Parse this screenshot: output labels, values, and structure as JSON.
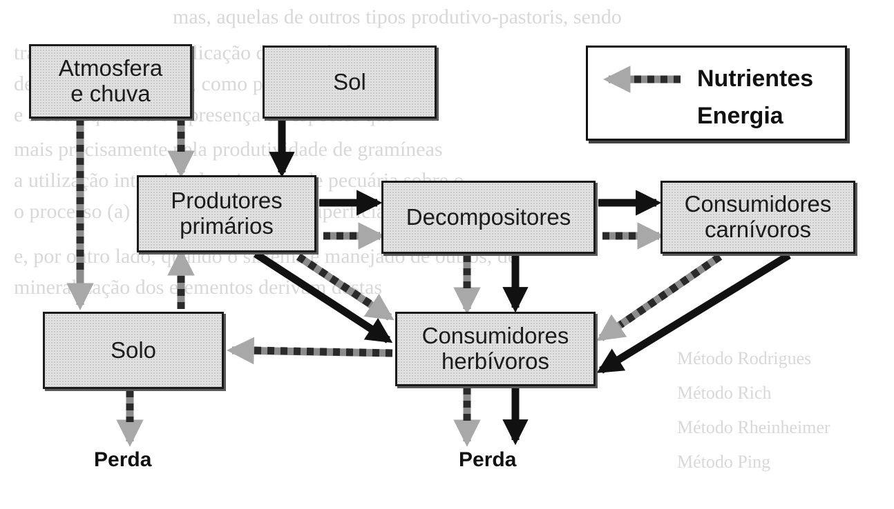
{
  "boxes": {
    "atmosfera": "Atmosfera\ne chuva",
    "sol": "Sol",
    "produtores": "Produtores\nprimários",
    "decompositores": "Decompositores",
    "carnivoros": "Consumidores\ncarnívoros",
    "solo": "Solo",
    "herbivoros": "Consumidores\nherbívoros"
  },
  "legend": {
    "nutrients_label": "Nutrientes",
    "energy_label": "Energia"
  },
  "losses": {
    "left": "Perda",
    "center": "Perda"
  },
  "colors": {
    "nutrient_dark": "#2a2a2a",
    "nutrient_light": "#8c8c8c",
    "energy": "#111111",
    "box_fill": "#e2e2e2"
  },
  "background_text": [
    "mas, aquelas de outros tipos produtivo-pastoris, sendo",
    "tradicionalmente a aplicação de variedades e outras",
    "de diferentes culturas, como plantas manejadas",
    "e a consequência é a presença de espécies que",
    "mais precisamente pela produtividade de gramíneas",
    "a utilização intensiva dos sistemas de pecuária sobre o",
    "o processo (a) para as camadas subsuperficiais",
    "e, por outro lado, quando o sistema é manejado de outros, de",
    "mineralização dos elementos derivam destas",
    "Método Rodrigues",
    "Método Rich",
    "Método Rheinheimer",
    "Método Ping"
  ]
}
